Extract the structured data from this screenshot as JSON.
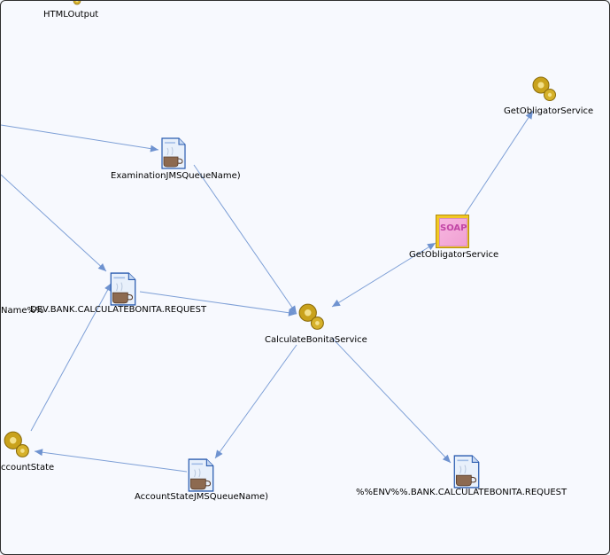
{
  "nodes": [
    {
      "id": "html-output",
      "label": "HTMLOutput",
      "icon": "service-gears-icon"
    },
    {
      "id": "get-obligator-service-top",
      "label": "GetObligatorService",
      "icon": "service-gears-icon"
    },
    {
      "id": "examination-queue",
      "label": "ExaminationJMSQueueName)",
      "icon": "jms-queue-document-icon"
    },
    {
      "id": "soap-get-obligator",
      "label": "GetObligatorService",
      "icon": "soap-service-icon",
      "badge": "SOAP"
    },
    {
      "id": "dev-bank-request",
      "label": "DEV.BANK.CALCULATEBONITA.REQUEST",
      "icon": "jms-queue-document-icon"
    },
    {
      "id": "name-partial",
      "label": "Name%%",
      "icon": ""
    },
    {
      "id": "calculate-bonita",
      "label": "CalculateBonitaService",
      "icon": "service-gears-icon"
    },
    {
      "id": "account-state",
      "label": "ccountState",
      "icon": "service-gears-icon"
    },
    {
      "id": "account-state-queue",
      "label": "AccountStateJMSQueueName)",
      "icon": "jms-queue-document-icon"
    },
    {
      "id": "env-bank-request",
      "label": "%%ENV%%.BANK.CALCULATEBONITA.REQUEST",
      "icon": "jms-queue-document-icon"
    }
  ],
  "edges": [
    {
      "from": "offscreen-left-1",
      "to": "examination-queue"
    },
    {
      "from": "offscreen-left-2",
      "to": "dev-bank-request"
    },
    {
      "from": "examination-queue",
      "to": "calculate-bonita"
    },
    {
      "from": "dev-bank-request",
      "to": "calculate-bonita"
    },
    {
      "from": "soap-get-obligator",
      "to": "get-obligator-service-top"
    },
    {
      "from": "soap-get-obligator",
      "to": "calculate-bonita",
      "bidirectional": true
    },
    {
      "from": "calculate-bonita",
      "to": "account-state-queue"
    },
    {
      "from": "calculate-bonita",
      "to": "env-bank-request"
    },
    {
      "from": "account-state-queue",
      "to": "account-state"
    },
    {
      "from": "account-state",
      "to": "dev-bank-request"
    },
    {
      "from": "offscreen-left-3",
      "to": "account-state"
    }
  ],
  "colors": {
    "edge": "#7d9fd6",
    "arrow": "#6f93d0",
    "canvas": "#f7f9fe",
    "border": "#2f2f2f"
  }
}
